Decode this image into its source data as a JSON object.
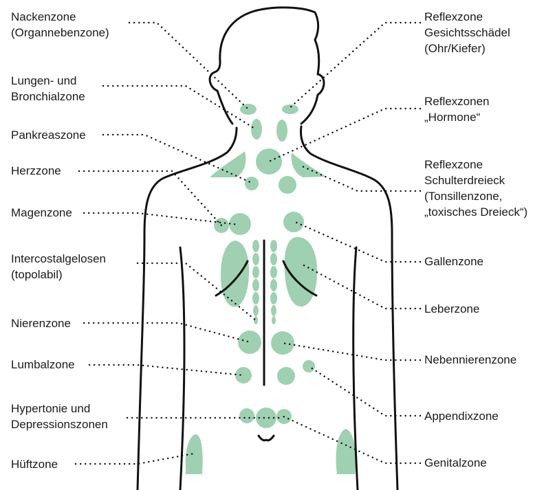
{
  "colors": {
    "zone": "#9fd0b2",
    "outline": "#111111",
    "text": "#1a1a1a"
  },
  "labels": {
    "nackenzone": "Nackenzone\n(Organnebenzone)",
    "lungen": "Lungen- und\nBronchialzone",
    "pankreas": "Pankreaszone",
    "herz": "Herzzone",
    "magen": "Magenzone",
    "intercostal": "Intercostalgelosen\n(topolabil)",
    "nieren": "Nierenzone",
    "lumbal": "Lumbalzone",
    "hypertonie": "Hypertonie und\nDepressionszonen",
    "huefte": "Hüftzone",
    "gesicht": "Reflexzone\nGesichtsschädel\n(Ohr/Kiefer)",
    "hormone": "Reflexzonen\n„Hormone“",
    "schulter": "Reflexzone\nSchulterdreieck\n(Tonsillenzone,\n„toxisches Dreieck“)",
    "gallen": "Gallenzone",
    "leber": "Leberzone",
    "nebennieren": "Nebennierenzone",
    "appendix": "Appendixzone",
    "genital": "Genitalzone"
  }
}
